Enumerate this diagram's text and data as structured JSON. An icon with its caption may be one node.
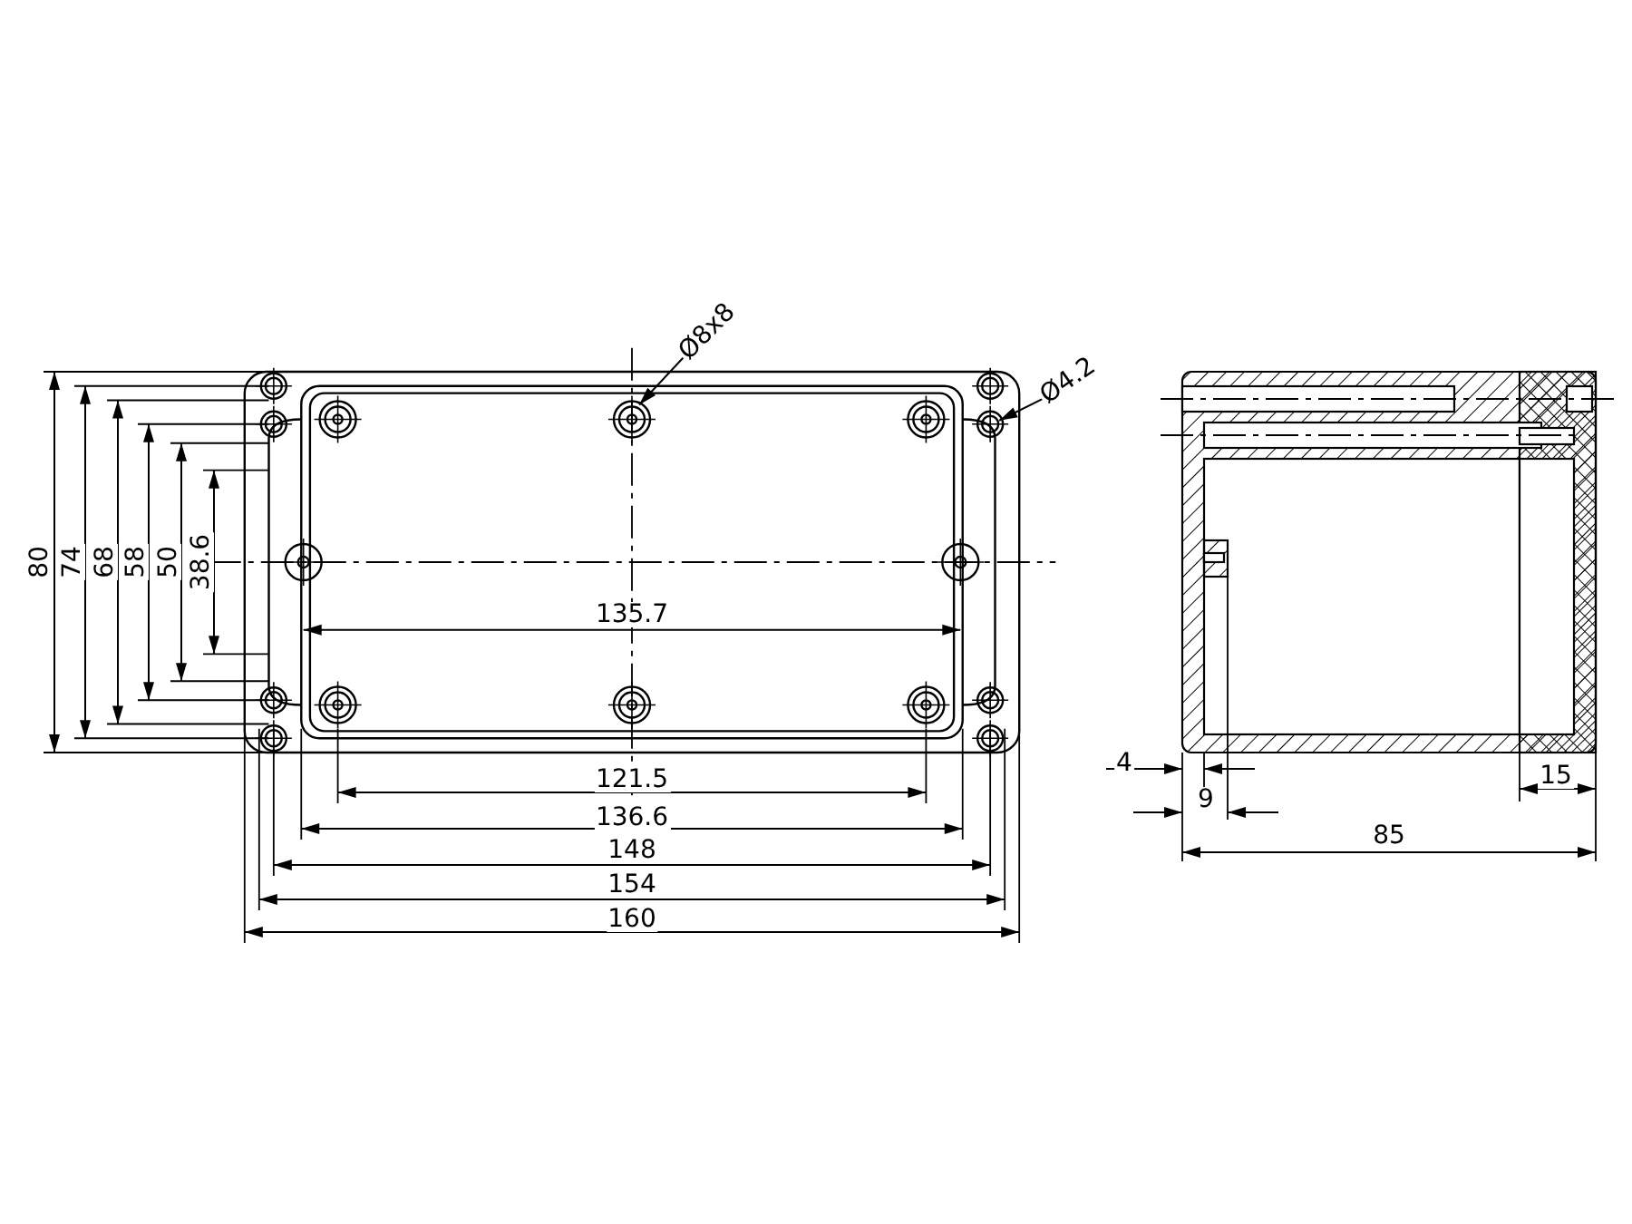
{
  "diagram": {
    "nodes": [
      {
        "text": [
          "Ø8x8"
        ]
      },
      {
        "text": [
          "Ø4.2"
        ]
      }
    ],
    "edges": [
      {
        "from": 0,
        "to": null,
        "arrow": "to"
      },
      {
        "from": 1,
        "to": null,
        "arrow": "to"
      }
    ],
    "labels": [
      "80",
      "74",
      "68",
      "58",
      "50",
      "38.6",
      "135.7",
      "121.5",
      "4",
      "15",
      "9",
      "136.6",
      "85",
      "148",
      "154",
      "160"
    ]
  }
}
